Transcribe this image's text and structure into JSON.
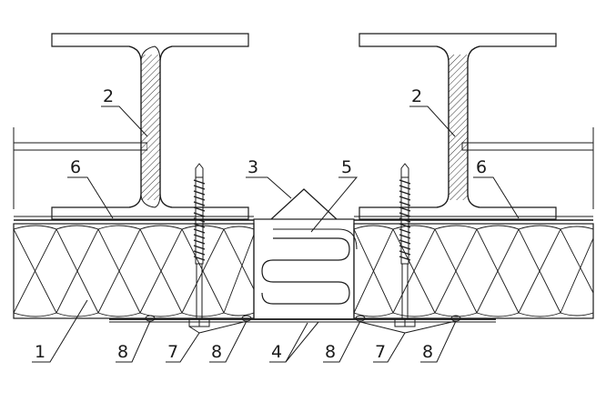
{
  "callouts": {
    "beam_left": "2",
    "beam_right": "2",
    "ridge_cover": "3",
    "compression_seal": "5",
    "liner_left": "6",
    "liner_right": "6",
    "insulation_panel": "1",
    "washer_left_a": "8",
    "screw_left": "7",
    "washer_left_b": "8",
    "bottom_plate": "4",
    "washer_right_a": "8",
    "screw_right": "7",
    "washer_right_b": "8"
  },
  "icons": {
    "screw": "self-drilling-screw-icon",
    "washer": "washer-icon"
  },
  "colors": {
    "line": "#1a1a1a",
    "hatch": "#1a1a1a",
    "background": "#ffffff"
  }
}
